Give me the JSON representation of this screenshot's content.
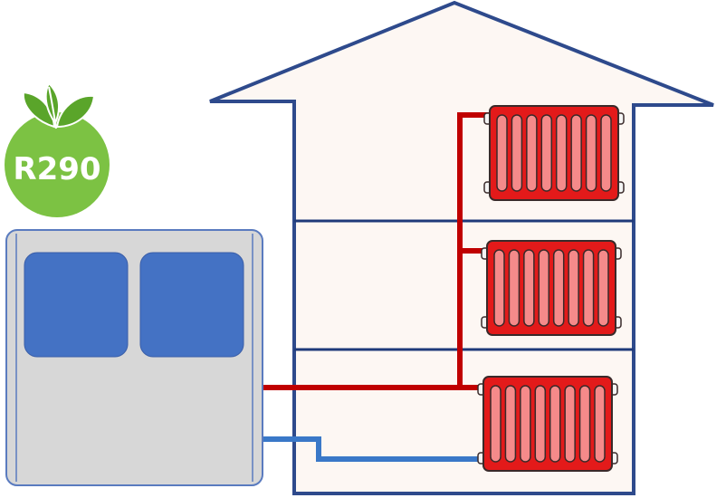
{
  "badge": {
    "label": "R290",
    "leaf_icon": "leaf-icon"
  },
  "colors": {
    "house_outline": "#2e4a8c",
    "house_fill": "#fdf7f3",
    "floor_line": "#1f3a7a",
    "hot_pipe": "#c00000",
    "cold_pipe": "#3a78c8",
    "radiator_body": "#e31a1a",
    "radiator_fin": "#f58a8a",
    "radiator_outline": "#3a2a2a",
    "unit_body": "#d7d7d7",
    "unit_outline": "#5a7bbf",
    "fan_panel": "#4472c4",
    "badge_circle": "#7cc243",
    "badge_leaf": "#5aa52a"
  },
  "radiators": [
    {
      "floor": "top"
    },
    {
      "floor": "middle"
    },
    {
      "floor": "ground"
    }
  ]
}
